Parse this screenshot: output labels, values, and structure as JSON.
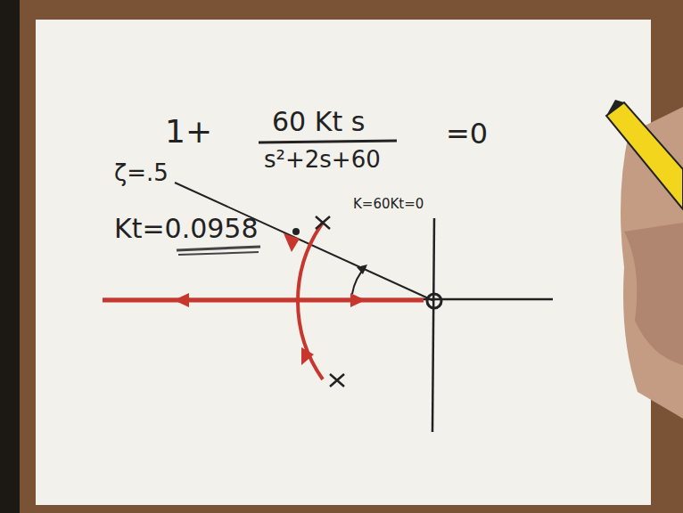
{
  "diagram": {
    "labels": [
      "1+",
      "60 Kt s",
      "s²+2s+60",
      "=0",
      "ζ=.5",
      "K=60Kt=0",
      "Kt=0.0958"
    ]
  }
}
